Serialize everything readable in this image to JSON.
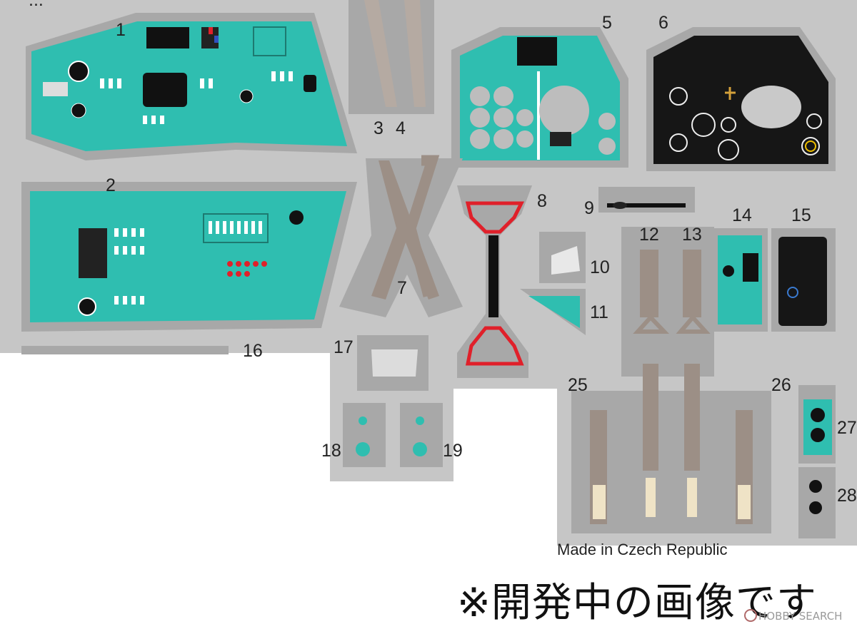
{
  "sheet": {
    "top_text": "...",
    "footer_text": "Made in Czech Republic"
  },
  "part_numbers": {
    "p1": "1",
    "p2": "2",
    "p3": "3",
    "p4": "4",
    "p5": "5",
    "p6": "6",
    "p7": "7",
    "p8": "8",
    "p9": "9",
    "p10": "10",
    "p11": "11",
    "p12": "12",
    "p13": "13",
    "p14": "14",
    "p15": "15",
    "p16": "16",
    "p17": "17",
    "p18": "18",
    "p19": "19",
    "p25": "25",
    "p26": "26",
    "p27": "27",
    "p28": "28"
  },
  "notice": {
    "text": "※開発中の画像です"
  },
  "watermark": {
    "text": "HOBBY SEARCH"
  },
  "colors": {
    "fret": "#c9c9c9",
    "frame": "#a9a9a9",
    "panel_teal": "#2fc0b0",
    "panel_black": "#161616",
    "strap": "#9c8f86",
    "accent_red": "#e0202a",
    "buckle": "#efe3c6"
  }
}
